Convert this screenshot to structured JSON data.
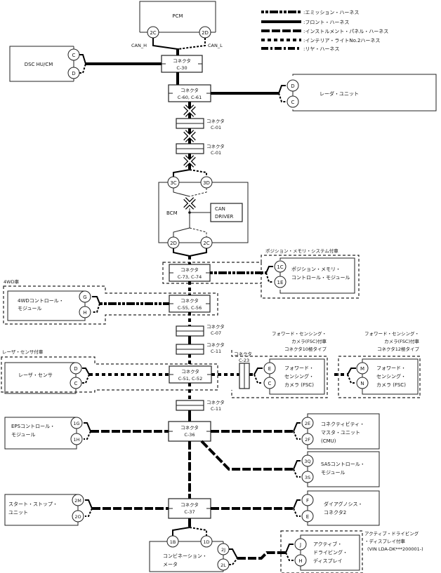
{
  "legend": [
    {
      "style": "emission",
      "label": ":エミッション・ハーネス"
    },
    {
      "style": "front",
      "label": ":フロント・ハーネス"
    },
    {
      "style": "instrument",
      "label": ":インストルメント・パネル・ハーネス"
    },
    {
      "style": "interior",
      "label": ":インテリア・ライトNo.2ハーネス"
    },
    {
      "style": "rear",
      "label": ":リヤ・ハーネス"
    }
  ],
  "modules": {
    "pcm": {
      "name": "PCM",
      "pins": [
        "2C",
        "2D"
      ],
      "signals": [
        "CAN_H",
        "CAN_L"
      ]
    },
    "dsc": {
      "name": "DSC HU/CM",
      "pins": [
        "C",
        "D"
      ]
    },
    "radar_unit": {
      "name": "レーダ・ユニット",
      "pins": [
        "D",
        "C"
      ]
    },
    "bcm": {
      "name": "BCM",
      "pins_top": [
        "3C",
        "3D"
      ],
      "pins_bottom": [
        "2D",
        "2C"
      ],
      "can_driver": [
        "CAN",
        "DRIVER"
      ]
    },
    "position_memory": {
      "name": [
        "ポジション・メモリ・",
        "コントロール・モジュール"
      ],
      "pins": [
        "1C",
        "1E"
      ],
      "option": "ポジション・メモリ・システム付車"
    },
    "fourwd": {
      "name": [
        "4WDコントロール・",
        "モジュール"
      ],
      "pins": [
        "G",
        "H"
      ],
      "option": "4WD車"
    },
    "laser_sensor": {
      "name": "レーザ・センサ",
      "pins": [
        "D",
        "C"
      ],
      "option": "レーザ・センサ付車"
    },
    "fsc10": {
      "name": [
        "フォワード・",
        "センシング・",
        "カメラ (FSC)"
      ],
      "pins": [
        "E",
        "C"
      ],
      "option": [
        "フォワード・センシング・",
        "カメラ(FSC)付車",
        "コネクタ10極タイプ"
      ]
    },
    "fsc12": {
      "name": [
        "フォワード・",
        "センシング・",
        "カメラ (FSC)"
      ],
      "pins": [
        "M",
        "N"
      ],
      "option": [
        "フォワード・センシング・",
        "カメラ(FSC)付車",
        "コネクタ12極タイプ"
      ]
    },
    "eps": {
      "name": [
        "EPSコントロール・",
        "モジュール"
      ],
      "pins": [
        "1G",
        "1H"
      ]
    },
    "cmu": {
      "name": [
        "コネクティビティ・",
        "マスタ・ユニット",
        "(CMU)"
      ],
      "pins": [
        "2E",
        "2F"
      ]
    },
    "sas": {
      "name": [
        "SASコントロール・",
        "モジュール"
      ],
      "pins": [
        "3Q",
        "3S"
      ]
    },
    "start_stop": {
      "name": [
        "スタート・ストップ・",
        "ユニット"
      ],
      "pins": [
        "2M",
        "2O"
      ]
    },
    "dlc2": {
      "name": [
        "ダイアグノシス・",
        "コネクタ2"
      ],
      "pins": [
        "F",
        "E"
      ]
    },
    "combination_meter": {
      "name": [
        "コンビネーション・",
        "メータ"
      ],
      "pins": [
        "1B",
        "1D",
        "2J",
        "2L"
      ]
    },
    "active_display": {
      "name": [
        "アクティブ・",
        "ドライビング・",
        "ディスプレイ"
      ],
      "pins": [
        "J",
        "H"
      ],
      "option": [
        "アクティブ・ドライビング",
        "・ディスプレイ付車",
        "(VIN LDA-DK***200001-)"
      ]
    }
  },
  "connectors": {
    "label": "コネクタ",
    "c30": "C-30",
    "c60": "C-60, C-61",
    "c01a": "C-01",
    "c01b": "C-01",
    "c73": "C-73, C-74",
    "c55": "C-55, C-56",
    "c07": "C-07",
    "c11a": "C-11",
    "c51": "C-51, C-52",
    "c23": "C-23",
    "c11b": "C-11",
    "c36": "C-36",
    "c37": "C-37"
  }
}
